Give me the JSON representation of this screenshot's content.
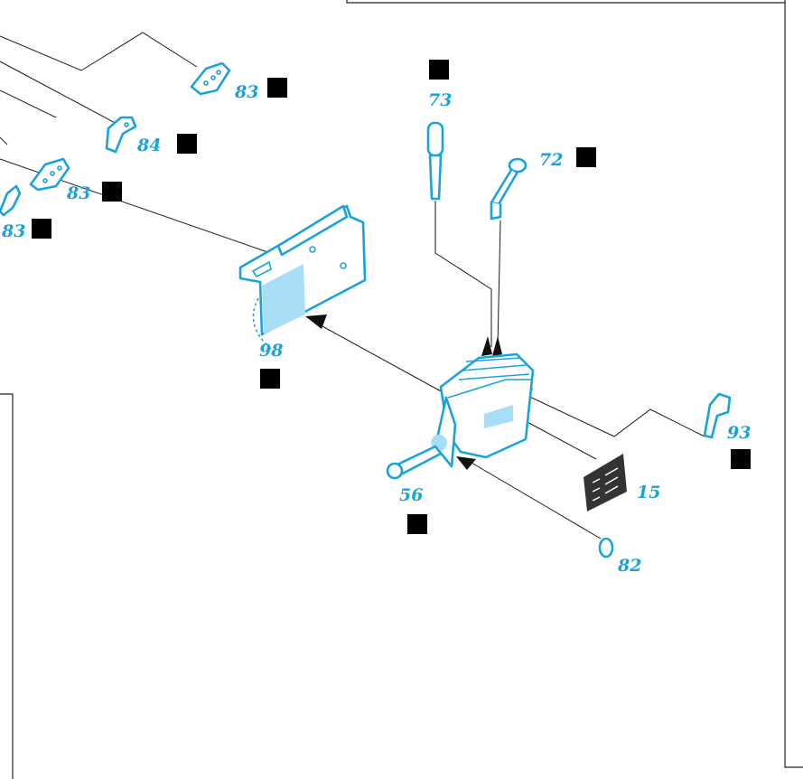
{
  "colors": {
    "part_outline": "#1aa3d9",
    "part_highlight": "#a8def5",
    "leader_line": "#1a1a1a",
    "label_text": "#1aa3d9",
    "decal_plate": "#333333"
  },
  "icons": {
    "return_button": "return-arrow-icon"
  },
  "callouts": {
    "c83_top": "83",
    "c84": "84",
    "c83_mid": "83",
    "c83_left": "83",
    "c73": "73",
    "c72": "72",
    "c98": "98",
    "c93": "93",
    "c56": "56",
    "c15": "15",
    "c82": "82"
  }
}
